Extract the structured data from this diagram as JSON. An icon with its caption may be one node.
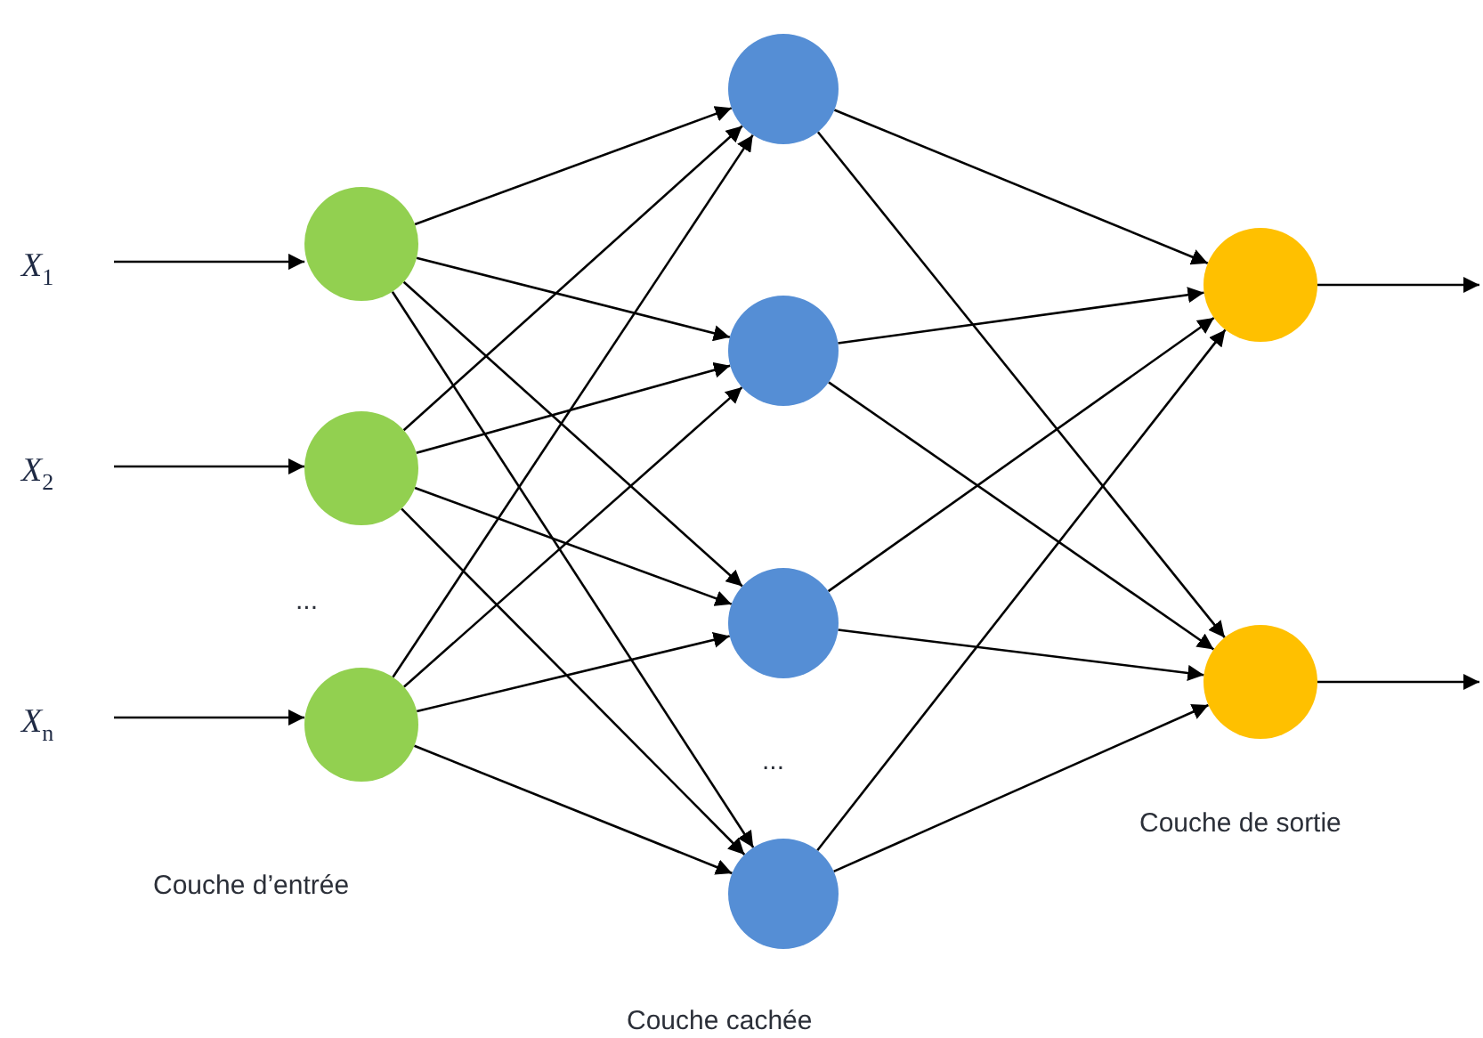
{
  "diagram": {
    "nodes": [
      {
        "text": [
          "X$_{1}$"
        ]
      },
      {
        "text": [
          "X$_{2}$"
        ]
      },
      {
        "text": [
          "X$_{n}$"
        ]
      },
      {
        "text": [],
        "shape": "circle"
      },
      {
        "text": [],
        "shape": "circle"
      },
      {
        "text": [],
        "shape": "circle"
      },
      {
        "text": [],
        "shape": "circle"
      },
      {
        "text": [],
        "shape": "circle"
      },
      {
        "text": [],
        "shape": "circle"
      },
      {
        "text": [],
        "shape": "circle"
      },
      {
        "text": [],
        "shape": "circle"
      },
      {
        "text": [],
        "shape": "circle"
      }
    ],
    "edges": [
      {
        "from": 0,
        "to": 3,
        "arrow": "to"
      },
      {
        "from": 1,
        "to": 4,
        "arrow": "to"
      },
      {
        "from": 2,
        "to": 5,
        "arrow": "to"
      },
      {
        "from": 3,
        "to": 6,
        "arrow": "to"
      },
      {
        "from": 3,
        "to": 7,
        "arrow": "to"
      },
      {
        "from": 3,
        "to": 8,
        "arrow": "to"
      },
      {
        "from": 3,
        "to": 9,
        "arrow": "to"
      },
      {
        "from": 4,
        "to": 6,
        "arrow": "to"
      },
      {
        "from": 4,
        "to": 7,
        "arrow": "to"
      },
      {
        "from": 4,
        "to": 8,
        "arrow": "to"
      },
      {
        "from": 4,
        "to": 9,
        "arrow": "to"
      },
      {
        "from": 5,
        "to": 6,
        "arrow": "to"
      },
      {
        "from": 5,
        "to": 7,
        "arrow": "to"
      },
      {
        "from": 5,
        "to": 8,
        "arrow": "to"
      },
      {
        "from": 5,
        "to": 9,
        "arrow": "to"
      },
      {
        "from": 6,
        "to": 10,
        "arrow": "to"
      },
      {
        "from": 6,
        "to": 11,
        "arrow": "to"
      },
      {
        "from": 7,
        "to": 10,
        "arrow": "to"
      },
      {
        "from": 7,
        "to": 11,
        "arrow": "to"
      },
      {
        "from": 8,
        "to": 10,
        "arrow": "to"
      },
      {
        "from": 8,
        "to": 11,
        "arrow": "to"
      },
      {
        "from": 9,
        "to": 10,
        "arrow": "to"
      },
      {
        "from": 9,
        "to": 11,
        "arrow": "to"
      },
      {
        "from": 10,
        "to": null,
        "arrow": "to"
      },
      {
        "from": 11,
        "to": null,
        "arrow": "to"
      }
    ],
    "labels": [
      "...",
      "...",
      "Couche d’entrée",
      "Couche cachée",
      "Couche de sortie"
    ]
  }
}
